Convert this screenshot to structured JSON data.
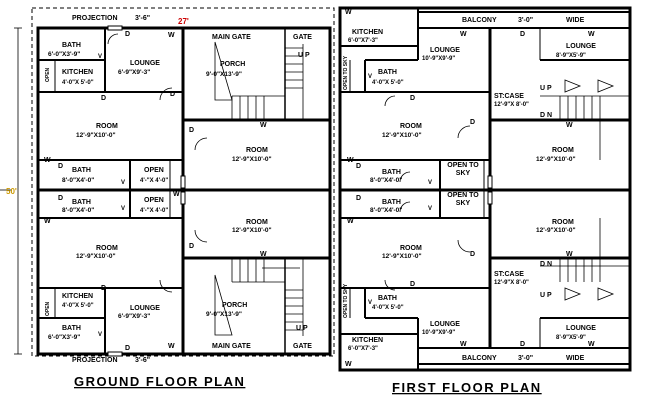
{
  "ground": {
    "title": "GROUND FLOOR PLAN",
    "projection": "PROJECTION",
    "projection_dim": "3'-6\"",
    "width_dim": "27'",
    "depth_dim": "50'",
    "main_gate": "MAIN GATE",
    "gate": "GATE",
    "up": "U P",
    "bath": "BATH",
    "bath_dim_small": "6'-0\"X3'-9\"",
    "kitchen": "KITCHEN",
    "kitchen_dim": "4'-0\"X 5'-0\"",
    "lounge": "LOUNGE",
    "lounge_dim": "6'-9\"X9'-3\"",
    "porch": "PORCH",
    "porch_dim": "9'-0\"X13'-9\"",
    "room": "ROOM",
    "room_dim": "12'-9\"X10'-0\"",
    "bath_dim": "8'-0\"X4'-0\"",
    "open": "OPEN",
    "open_dim": "4'-\"X 4'-0\"",
    "open_label": "OPEN",
    "d": "D",
    "w": "W",
    "v": "V"
  },
  "first": {
    "title": "FIRST FLOOR PLAN",
    "balcony": "BALCONY",
    "balcony_dim": "3'-0\"",
    "wide": "WIDE",
    "kitchen": "KITCHEN",
    "kitchen_dim": "6'-0\"X7'-3\"",
    "lounge": "LOUNGE",
    "lounge_dim_a": "10'-9\"X9'-9\"",
    "lounge_dim_b": "8'-9\"X5'-9\"",
    "open_to_sky_v": "OPEN TO SKY",
    "bath": "BATH",
    "bath_dim_small": "4'-0\"X 5'-0\"",
    "stcase": "ST:CASE",
    "stcase_dim": "12'-9\"X 8'-0\"",
    "room": "ROOM",
    "room_dim": "12'-9\"X10'-0\"",
    "bath_dim": "8'-0\"X4'-0\"",
    "open_to_sky": "OPEN TO SKY",
    "up": "U P",
    "dn": "D N",
    "d": "D",
    "w": "W",
    "v": "V"
  }
}
